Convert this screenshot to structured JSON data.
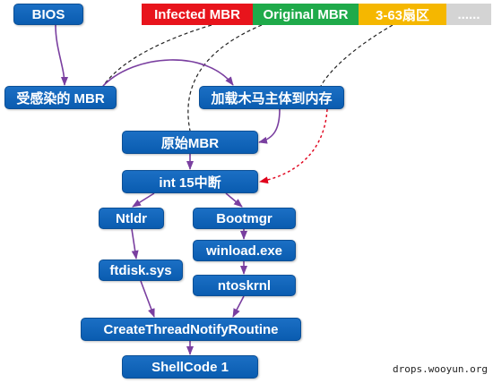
{
  "mbr_bar": {
    "infected": {
      "label": "Infected MBR",
      "color": "#e8141c"
    },
    "original": {
      "label": "Original MBR",
      "color": "#1faa4a"
    },
    "sectors": {
      "label": "3-63扇区",
      "color": "#f5b700"
    },
    "rest": {
      "label": "......",
      "color": "#d4d4d4"
    }
  },
  "nodes": {
    "bios": "BIOS",
    "infected_mbr": "受感染的 MBR",
    "load_trojan": "加载木马主体到内存",
    "original_mbr": "原始MBR",
    "int15": "int 15中断",
    "ntldr": "Ntldr",
    "bootmgr": "Bootmgr",
    "winload": "winload.exe",
    "ftdisk": "ftdisk.sys",
    "ntoskrnl": "ntoskrnl",
    "create_thread": "CreateThreadNotifyRoutine",
    "shellcode": "ShellCode 1"
  },
  "colors": {
    "node_fill": "#0a5cb0",
    "flow_arrow": "#7a3fa0",
    "red_dashed_arrow": "#e0001b",
    "black_dashed_line": "#222222"
  },
  "watermark": "drops.wooyun.org"
}
